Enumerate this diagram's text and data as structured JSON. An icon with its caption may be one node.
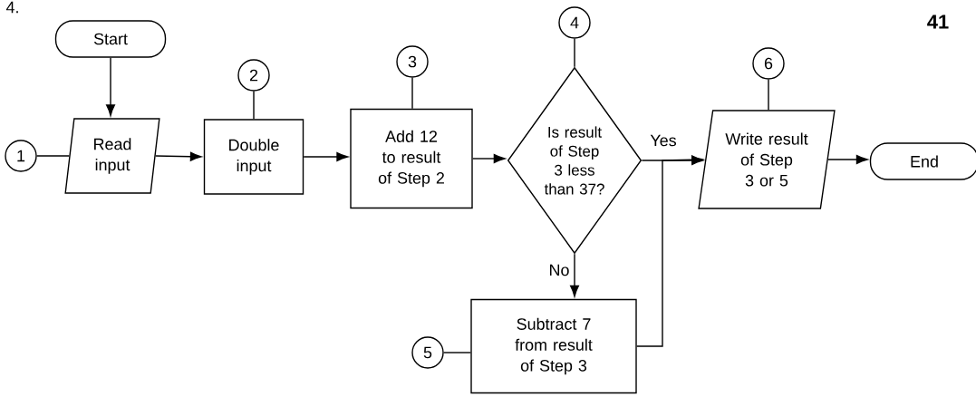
{
  "diagram": {
    "nodes": [
      {
        "text": [
          "Start"
        ]
      },
      {
        "text": [
          "1"
        ]
      },
      {
        "text": [
          "Read input"
        ]
      },
      {
        "text": [
          "2"
        ]
      },
      {
        "text": [
          "Double input"
        ]
      },
      {
        "text": [
          "3"
        ]
      },
      {
        "text": [
          "Add 12 to result of Step 2"
        ]
      },
      {
        "text": [
          "4"
        ]
      },
      {
        "text": [
          "Is result of Step 3 less than 37?"
        ]
      },
      {
        "text": [
          "6"
        ]
      },
      {
        "text": [
          "Write result of Step 3 or 5"
        ]
      },
      {
        "text": [
          "End"
        ]
      },
      {
        "text": [
          "5"
        ]
      },
      {
        "text": [
          "Subtract 7 from result of Step 3"
        ]
      }
    ],
    "edges": [
      {
        "from": 0,
        "to": 2,
        "arrow": "to"
      },
      {
        "from": 2,
        "to": 4,
        "arrow": "to"
      },
      {
        "from": 4,
        "to": 6,
        "arrow": "to"
      },
      {
        "from": 6,
        "to": 8,
        "arrow": "to"
      },
      {
        "from": 8,
        "to": 10,
        "arrow": "to",
        "label": "Yes"
      },
      {
        "from": 8,
        "to": 13,
        "arrow": "to",
        "label": "No"
      },
      {
        "from": 13,
        "to": 10,
        "arrow": "to"
      },
      {
        "from": 10,
        "to": 11,
        "arrow": "to"
      },
      {
        "from": 1,
        "to": 2,
        "arrow": "none"
      },
      {
        "from": 3,
        "to": 4,
        "arrow": "none"
      },
      {
        "from": 5,
        "to": 6,
        "arrow": "none"
      },
      {
        "from": 7,
        "to": 8,
        "arrow": "none"
      },
      {
        "from": 9,
        "to": 10,
        "arrow": "none"
      },
      {
        "from": 12,
        "to": 13,
        "arrow": "none"
      }
    ],
    "labels": [
      "4.",
      "41"
    ]
  }
}
